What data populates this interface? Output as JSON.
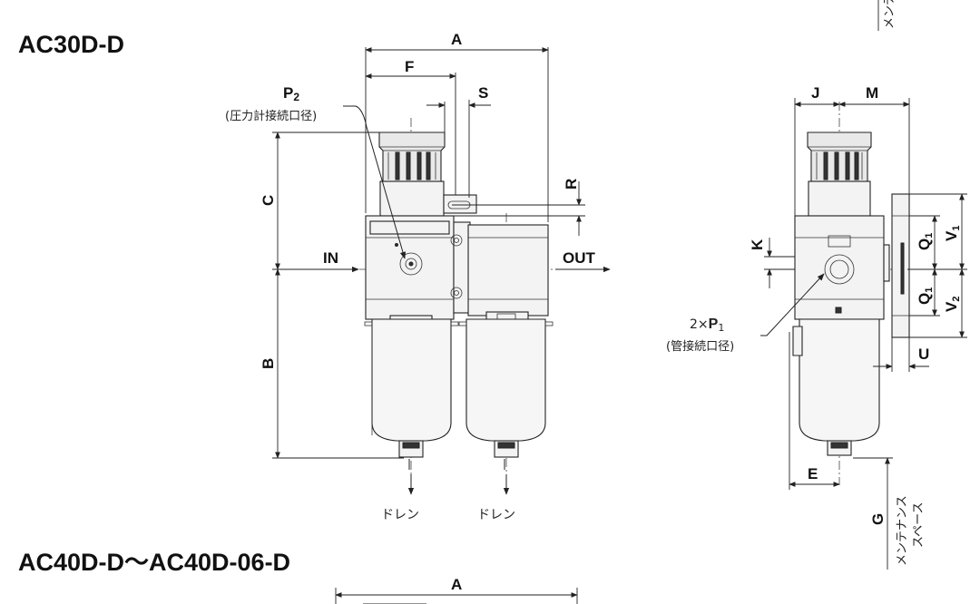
{
  "titles": {
    "top": "AC30D-D",
    "bottom": "AC40D-D～AC40D-06-D"
  },
  "front_view": {
    "dims": {
      "A": "A",
      "F": "F",
      "S": "S",
      "R": "R",
      "C": "C",
      "B": "B"
    },
    "port_p2": {
      "label": "P",
      "sub": "2",
      "note": "(圧力計接続口径)"
    },
    "in_label": "IN",
    "out_label": "OUT",
    "drain_left": "ドレン",
    "drain_right": "ドレン"
  },
  "side_view": {
    "dims": {
      "J": "J",
      "M": "M",
      "K": "K",
      "E": "E",
      "U": "U",
      "Q1a": "Q",
      "Q1b": "Q",
      "Q_sub": "1",
      "V1": "V",
      "V1_sub": "1",
      "V2": "V",
      "V2_sub": "2",
      "G": "G"
    },
    "port_p1": {
      "prefix": "2×",
      "label": "P",
      "sub": "1",
      "note": "(管接続口径)"
    },
    "maintenance_top": "メンテナンス",
    "maintenance_label_line1": "メンテナンス",
    "maintenance_label_line2": "スペース"
  },
  "bottom_section": {
    "dim_A": "A"
  }
}
